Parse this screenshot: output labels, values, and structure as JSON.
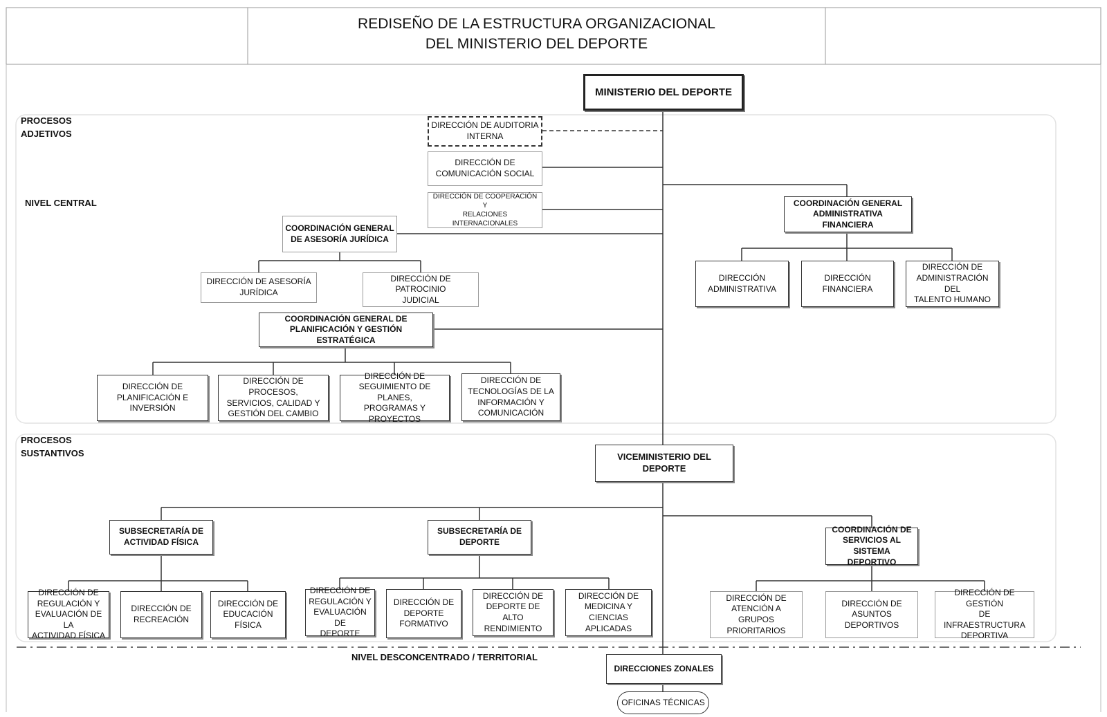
{
  "header": {
    "title": "REDISEÑO DE LA ESTRUCTURA ORGANIZACIONAL\nDEL MINISTERIO DEL DEPORTE"
  },
  "labels": {
    "adjetivos": "PROCESOS\nADJETIVOS",
    "nivel_central": "NIVEL CENTRAL",
    "sustantivos": "PROCESOS\nSUSTANTIVOS",
    "desconcentrado": "NIVEL DESCONCENTRADO / TERRITORIAL"
  },
  "org": {
    "ministerio": "MINISTERIO DEL DEPORTE",
    "auditoria": "DIRECCIÓN DE AUDITORIA\nINTERNA",
    "comunicacion": "DIRECCIÓN DE\nCOMUNICACIÓN SOCIAL",
    "cooperacion": "DIRECCIÓN DE COOPERACIÓN Y\nRELACIONES INTERNACIONALES",
    "cg_juridica": "COORDINACIÓN GENERAL\nDE ASESORÍA JURÍDICA",
    "dir_asesoria": "DIRECCIÓN DE ASESORÍA\nJURÍDICA",
    "dir_patrocinio": "DIRECCIÓN DE PATROCINIO\nJUDICIAL",
    "cg_planificacion": "COORDINACIÓN GENERAL DE\nPLANIFICACIÓN Y GESTIÓN ESTRATÉGICA",
    "dir_planificacion": "DIRECCIÓN DE\nPLANIFICACIÓN E\nINVERSIÓN",
    "dir_procesos": "DIRECCIÓN DE PROCESOS,\nSERVICIOS, CALIDAD Y\nGESTIÓN DEL CAMBIO",
    "dir_seguimiento": "DIRECCIÓN DE\nSEGUIMIENTO DE PLANES,\nPROGRAMAS Y PROYECTOS",
    "dir_tecnologias": "DIRECCIÓN DE\nTECNOLOGÍAS DE LA\nINFORMACIÓN Y\nCOMUNICACIÓN",
    "cg_administrativa": "COORDINACIÓN GENERAL\nADMINISTRATIVA FINANCIERA",
    "dir_administrativa": "DIRECCIÓN\nADMINISTRATIVA",
    "dir_financiera": "DIRECCIÓN\nFINANCIERA",
    "dir_talento": "DIRECCIÓN DE\nADMINISTRACIÓN DEL\nTALENTO HUMANO",
    "viceministerio": "VICEMINISTERIO DEL\nDEPORTE",
    "sub_actividad": "SUBSECRETARÍA DE\nACTIVIDAD FÍSICA",
    "dir_regulacion_af": "DIRECCIÓN DE\nREGULACIÓN Y\nEVALUACIÓN DE LA\nACTIVIDAD FÍSICA",
    "dir_recreacion": "DIRECCIÓN DE\nRECREACIÓN",
    "dir_educacion": "DIRECCIÓN DE\nEDUCACIÓN FÍSICA",
    "sub_deporte": "SUBSECRETARÍA DE\nDEPORTE",
    "dir_regulacion_dep": "DIRECCIÓN DE\nREGULACIÓN Y\nEVALUACIÓN DE\nDEPORTE",
    "dir_formativo": "DIRECCIÓN DE\nDEPORTE\nFORMATIVO",
    "dir_alto": "DIRECCIÓN DE\nDEPORTE DE ALTO\nRENDIMIENTO",
    "dir_medicina": "DIRECCIÓN DE\nMEDICINA Y CIENCIAS\nAPLICADAS",
    "coord_servicios": "COORDINACIÓN DE\nSERVICIOS AL SISTEMA\nDEPORTIVO",
    "dir_atencion": "DIRECCIÓN DE\nATENCIÓN A GRUPOS\nPRIORITARIOS",
    "dir_asuntos": "DIRECCIÓN DE\nASUNTOS DEPORTIVOS",
    "dir_infraestructura": "DIRECCIÓN DE GESTIÓN\nDE INFRAESTRUCTURA\nDEPORTIVA",
    "direcciones_zonales": "DIRECCIONES ZONALES",
    "oficinas_tecnicas": "OFICINAS TÉCNICAS"
  }
}
